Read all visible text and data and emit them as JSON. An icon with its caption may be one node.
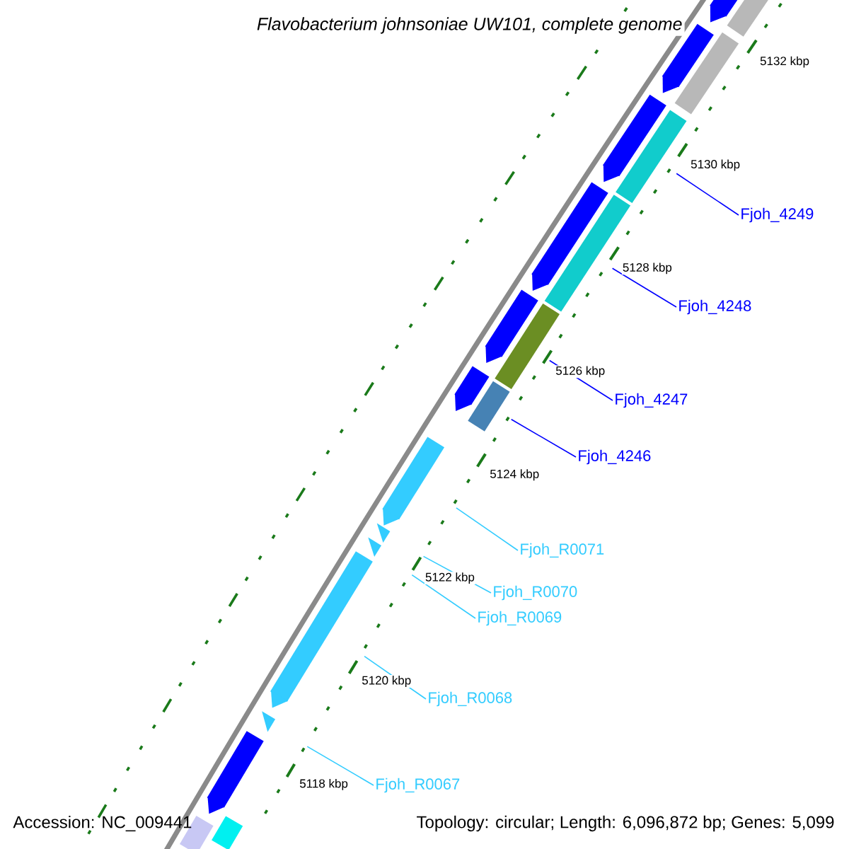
{
  "diagram": {
    "title": "Flavobacterium johnsoniae UW101, complete genome",
    "nodes": [
      {
        "text": [
          "Fjoh_4249"
        ]
      },
      {
        "text": [
          "Fjoh_4248"
        ]
      },
      {
        "text": [
          "Fjoh_4247"
        ]
      },
      {
        "text": [
          "Fjoh_4246"
        ]
      },
      {
        "text": [
          "Fjoh_R0071"
        ]
      },
      {
        "text": [
          "Fjoh_R0070"
        ]
      },
      {
        "text": [
          "Fjoh_R0069"
        ]
      },
      {
        "text": [
          "Fjoh_R0068"
        ]
      },
      {
        "text": [
          "Fjoh_R0067"
        ]
      },
      {
        "text": [],
        "shape": "bar"
      },
      {
        "text": [],
        "shape": "bar"
      },
      {
        "text": [],
        "shape": "bar"
      },
      {
        "text": [],
        "shape": "bar"
      },
      {
        "text": [],
        "shape": "arrow"
      },
      {
        "text": [],
        "shape": "triangle"
      },
      {
        "text": [],
        "shape": "triangle"
      },
      {
        "text": [],
        "shape": "arrow"
      },
      {
        "text": [],
        "shape": "triangle"
      },
      {
        "text": [],
        "shape": "bar"
      },
      {
        "text": [],
        "shape": "arrow"
      },
      {
        "text": [],
        "shape": "bar"
      },
      {
        "text": [],
        "shape": "arrow"
      },
      {
        "text": [],
        "shape": "bar"
      },
      {
        "text": [],
        "shape": "arrow"
      },
      {
        "text": [],
        "shape": "arrow"
      },
      {
        "text": [],
        "shape": "arrow"
      },
      {
        "text": [],
        "shape": "arrow"
      },
      {
        "text": [],
        "shape": "arrow"
      },
      {
        "text": [],
        "shape": "bar"
      }
    ],
    "edges": [
      {
        "from": 0,
        "to": 9,
        "arrow": "none",
        "color": "#0000ff"
      },
      {
        "from": 1,
        "to": 10,
        "arrow": "none",
        "color": "#0000ff"
      },
      {
        "from": 2,
        "to": 11,
        "arrow": "none",
        "color": "#0000ff"
      },
      {
        "from": 3,
        "to": 12,
        "arrow": "none",
        "color": "#0000ff"
      },
      {
        "from": 4,
        "to": 13,
        "arrow": "none",
        "color": "#33ccff"
      },
      {
        "from": 5,
        "to": 14,
        "arrow": "none",
        "color": "#33ccff"
      },
      {
        "from": 6,
        "to": 15,
        "arrow": "none",
        "color": "#33ccff"
      },
      {
        "from": 7,
        "to": 16,
        "arrow": "none",
        "color": "#33ccff"
      },
      {
        "from": 8,
        "to": 17,
        "arrow": "none",
        "color": "#33ccff"
      }
    ],
    "labels": [
      "5132 kbp",
      "5130 kbp",
      "5128 kbp",
      "5126 kbp",
      "5124 kbp",
      "5122 kbp",
      "5120 kbp",
      "5118 kbp",
      "Accession: NC_009441",
      "Topology: circular; Length: 6,096,872 bp; Genes: 5,099"
    ]
  }
}
